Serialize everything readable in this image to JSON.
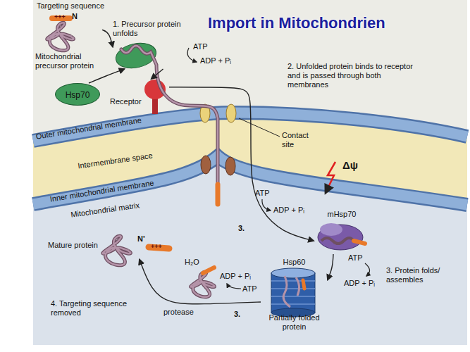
{
  "diagram": {
    "title": "Import in Mitochondrien",
    "nodes": [
      {
        "text": [
          "Mitochondrial precursor protein"
        ]
      },
      {
        "text": [
          "Hsp70"
        ]
      },
      {
        "text": [
          "1. Precursor protein unfolds"
        ]
      },
      {
        "text": [
          "Receptor"
        ]
      },
      {
        "text": [
          "mHsp70"
        ]
      },
      {
        "text": [
          "Hsp60",
          "Partially folded protein"
        ]
      },
      {
        "text": [
          "Mature protein"
        ]
      }
    ],
    "edges": [
      {
        "from": 0,
        "to": 2,
        "arrow": "to"
      },
      {
        "from": 1,
        "to": 2,
        "arrow": "to"
      },
      {
        "from": 2,
        "to": 3,
        "arrow": "to"
      },
      {
        "from": 3,
        "to": 4,
        "arrow": "to"
      },
      {
        "from": 4,
        "to": 5,
        "arrow": "to"
      },
      {
        "from": 5,
        "to": 6,
        "arrow": "to"
      }
    ],
    "labels": [
      "Targeting sequence",
      "N",
      "+++",
      "ATP",
      "ADP + Pᵢ",
      "2. Unfolded protein binds to receptor and is passed through both membranes",
      "Outer mitochondrial membrane",
      "Contact site",
      "Intermembrane space",
      "Δψ",
      "Inner mitochondrial membrane",
      "Mitochondrial matrix",
      "ATP",
      "ADP + Pᵢ",
      "3.",
      "ATP",
      "ADP + Pᵢ",
      "3. Protein folds/ assembles",
      "ADP + Pᵢ",
      "ATP",
      "3.",
      "H₂O",
      "protease",
      "N'",
      "+++",
      "4. Targeting sequence removed"
    ]
  }
}
